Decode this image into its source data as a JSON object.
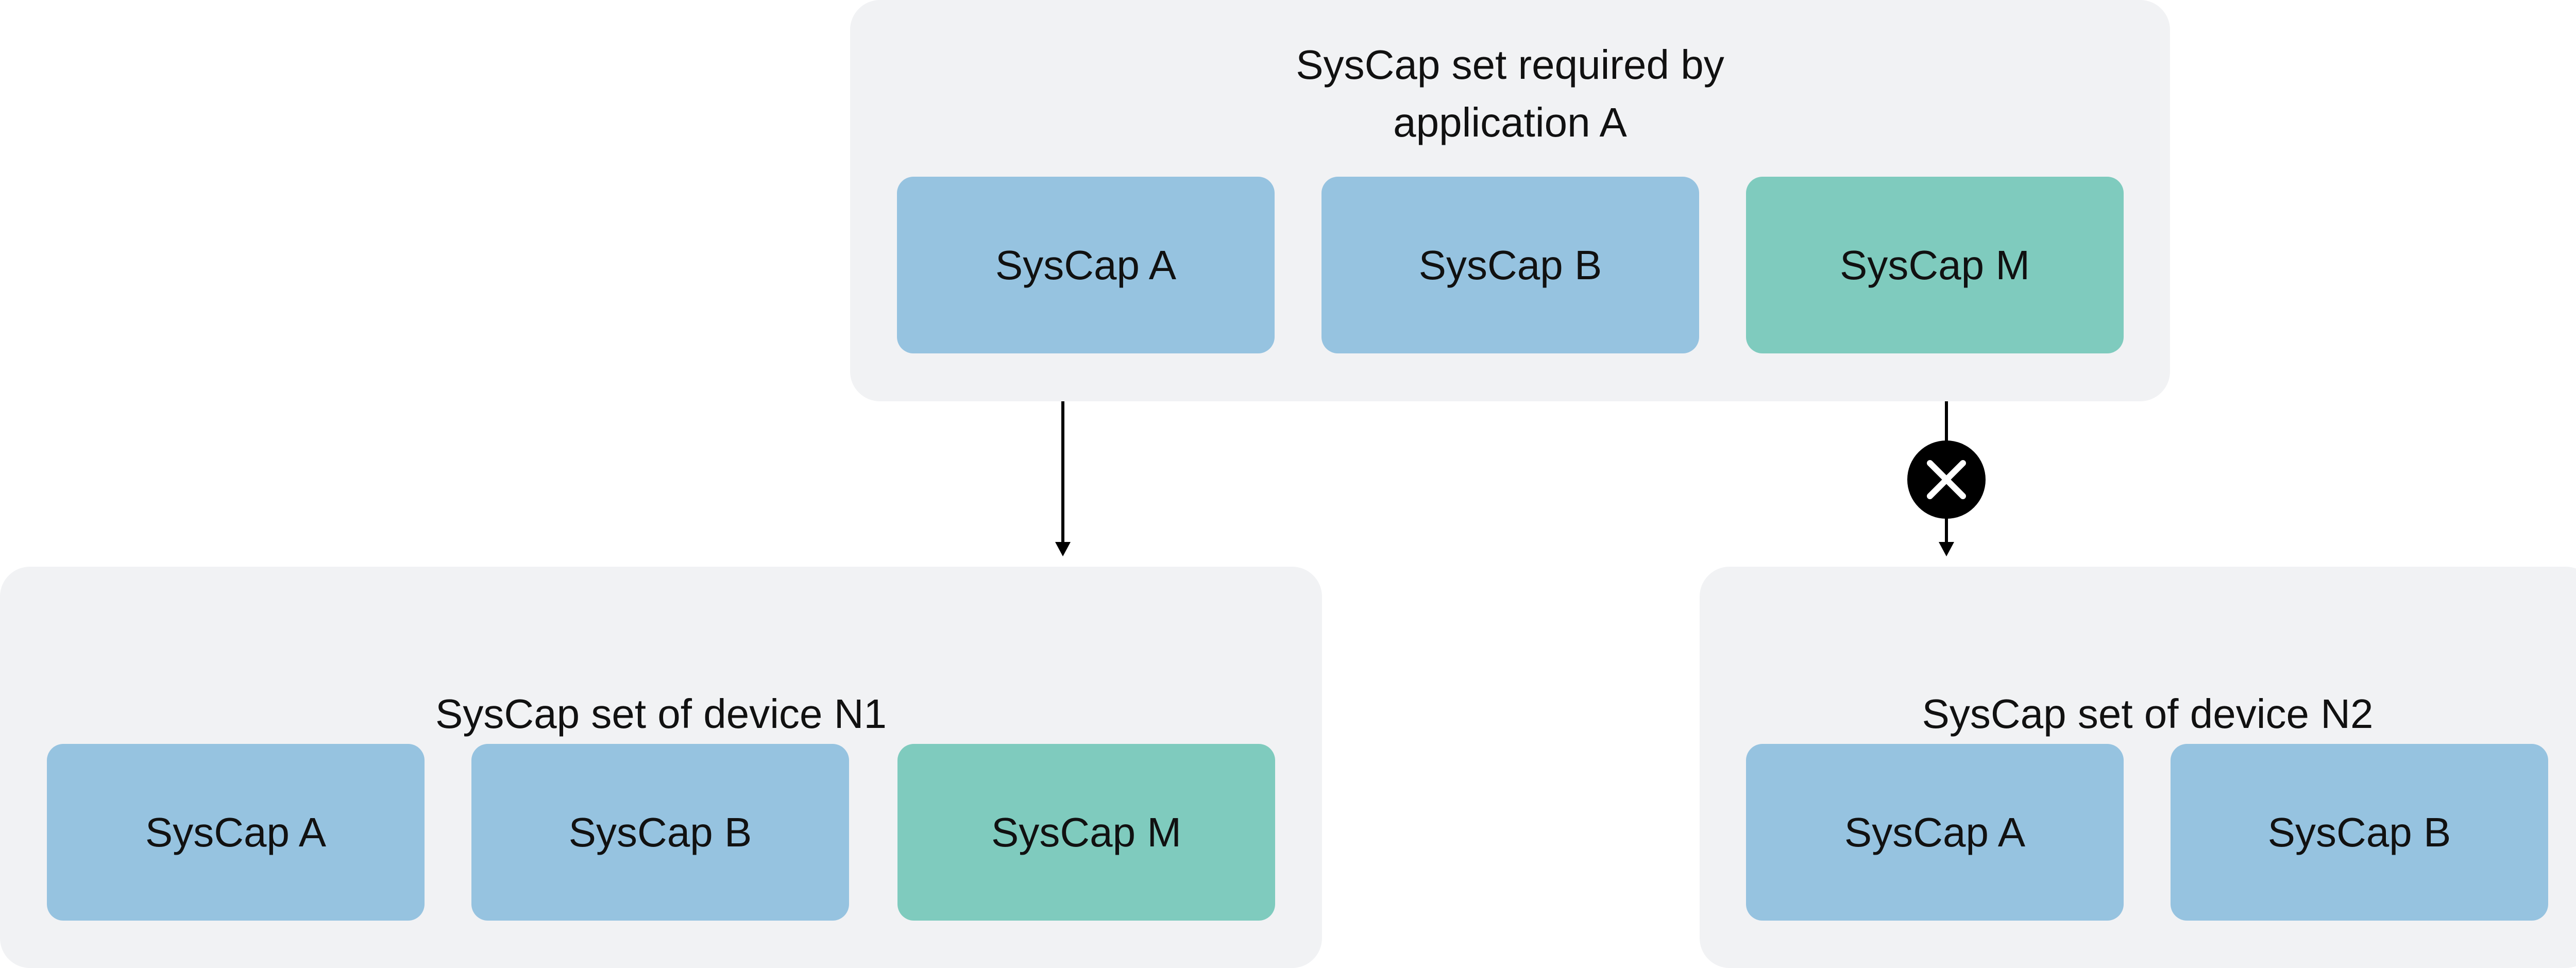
{
  "app_group": {
    "title": "SysCap set required by\napplication A",
    "caps": [
      "SysCap A",
      "SysCap B",
      "SysCap M"
    ]
  },
  "device_n1": {
    "title": "SysCap set of device N1",
    "caps": [
      "SysCap A",
      "SysCap B",
      "SysCap M"
    ]
  },
  "device_n2": {
    "title": "SysCap set of device N2",
    "caps": [
      "SysCap A",
      "SysCap B"
    ]
  },
  "colors": {
    "group_background": "#f1f2f4",
    "cap_blue": "#96c3e0",
    "cap_green": "#7fcbbe",
    "connector": "#000000"
  },
  "icons": {
    "blocked_marker": "close-icon"
  }
}
